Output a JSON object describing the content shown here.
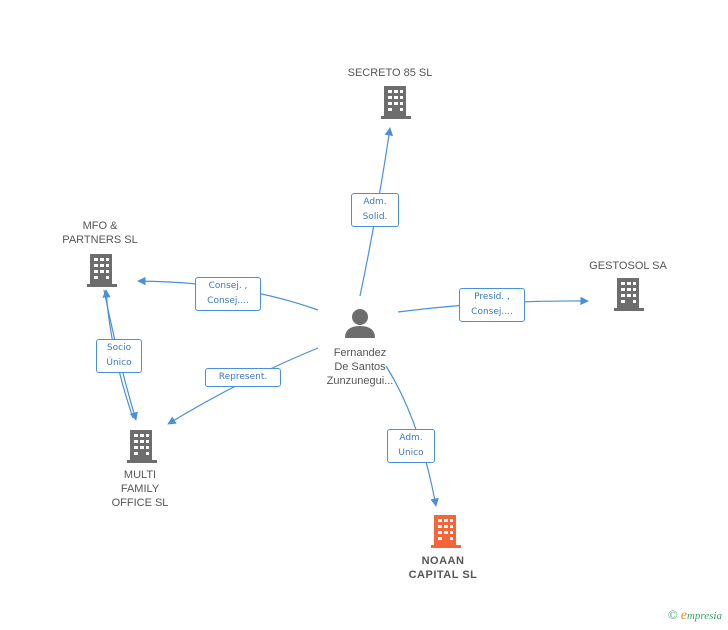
{
  "colors": {
    "edge": "#4a90d9",
    "node": "#6d6d6d",
    "highlight": "#f4663a"
  },
  "nodes": {
    "secreto": {
      "label": "SECRETO 85 SL",
      "icon": "building-icon"
    },
    "mfo": {
      "label": "MFO &\nPARTNERS SL",
      "icon": "building-icon"
    },
    "gestosol": {
      "label": "GESTOSOL SA",
      "icon": "building-icon"
    },
    "person": {
      "label": "Fernandez\nDe Santos\nZunzunegui...",
      "icon": "person-icon"
    },
    "multi": {
      "label": "MULTI\nFAMILY\nOFFICE SL",
      "icon": "building-icon"
    },
    "noaan": {
      "label": "NOAAN\nCAPITAL SL",
      "icon": "building-icon"
    }
  },
  "edges": {
    "secreto": "Adm.\nSolid.",
    "mfo": "Consej. ,\nConsej....",
    "gestosol": "Presid. ,\nConsej....",
    "multi": "Represent.",
    "noaan": "Adm.\nUnico",
    "socio": "Socio\nÚnico"
  },
  "footer": {
    "copyright_symbol": "©",
    "brand_initial": "e",
    "brand_rest": "mpresia"
  }
}
